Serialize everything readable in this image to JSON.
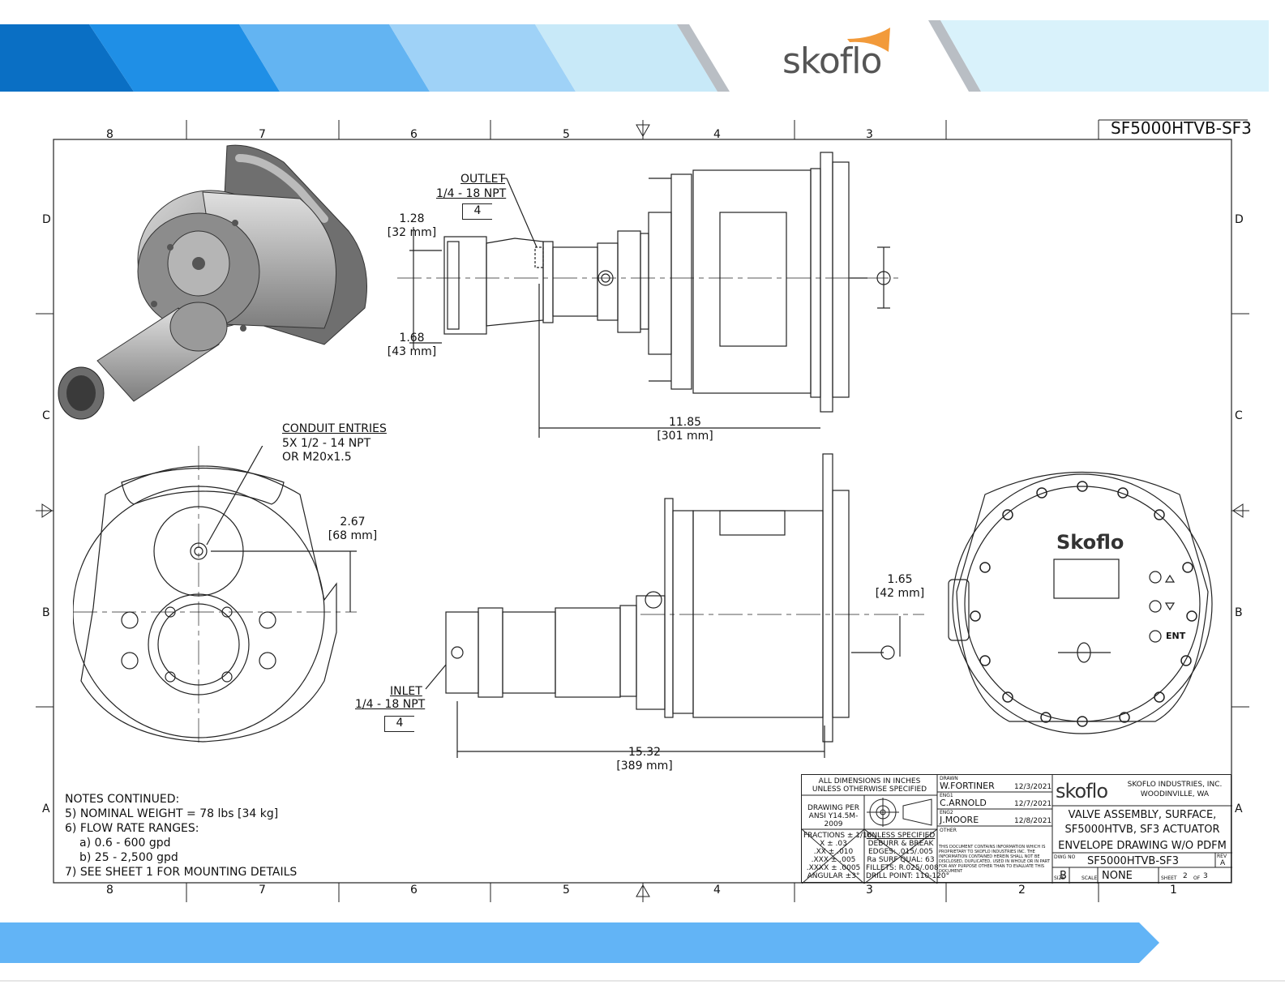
{
  "brand": {
    "logo_text": "skoflo",
    "logo_accent_color": "#f29a3a",
    "header_blues": [
      "#0a6fc4",
      "#1f8fe6",
      "#63b4f2",
      "#9fd2f7",
      "#c8e9f8",
      "#d9f2fb"
    ],
    "footer_color": "#62b4f6"
  },
  "sheet": {
    "drawing_number_top": "SF5000HTVB-SF3",
    "zones_top": [
      "8",
      "7",
      "6",
      "5",
      "4",
      "3",
      "2",
      "1"
    ],
    "zones_side": [
      "D",
      "C",
      "B",
      "A"
    ]
  },
  "callouts": {
    "outlet": {
      "name": "OUTLET",
      "thread": "1/4 - 18 NPT",
      "flag": "4"
    },
    "inlet": {
      "name": "INLET",
      "thread": "1/4 - 18 NPT",
      "flag": "4"
    },
    "conduit": {
      "name": "CONDUIT ENTRIES",
      "line1": "5X 1/2 - 14 NPT",
      "line2": "OR M20x1.5"
    }
  },
  "dimensions": {
    "d1": {
      "inch": "1.28",
      "mm": "[32 mm]"
    },
    "d2": {
      "inch": "1.68",
      "mm": "[43 mm]"
    },
    "d3": {
      "inch": "11.85",
      "mm": "[301 mm]"
    },
    "d4": {
      "inch": "2.67",
      "mm": "[68 mm]"
    },
    "d5": {
      "inch": "1.65",
      "mm": "[42 mm]"
    },
    "d6": {
      "inch": "15.32",
      "mm": "[389 mm]"
    }
  },
  "face_labels": {
    "brand": "Skoflo",
    "ent": "ENT"
  },
  "notes": [
    "NOTES CONTINUED:",
    "5) NOMINAL WEIGHT = 78 lbs [34 kg]",
    "6) FLOW RATE RANGES:",
    "a) 0.6 - 600 gpd",
    "b) 25 - 2,500 gpd",
    "7) SEE SHEET 1 FOR MOUNTING DETAILS"
  ],
  "title_block": {
    "dims_note": "ALL DIMENSIONS IN INCHES UNLESS OTHERWISE SPECIFIED",
    "drawing_per": "DRAWING PER ANSI Y14.5M-2009",
    "tolerances": [
      "FRACTIONS ± 1/16",
      "X ± .03",
      ".XX ± .010",
      ".XXX ± .005",
      ".XXXX ± .0005",
      "ANGULAR ±3°"
    ],
    "unless": "UNLESS SPECIFIED",
    "finish": [
      "DEBURR & BREAK",
      "EDGES: .015/.005",
      "Ra SURF QUAL: 63",
      "FILLETS: R.025/.008",
      "DRILL POINT: 110-120°"
    ],
    "drawn_label": "DRAWN",
    "drawn_name": "W.FORTINER",
    "drawn_date": "12/3/2021",
    "eng1_label": "ENG1",
    "eng1_name": "C.ARNOLD",
    "eng1_date": "12/7/2021",
    "eng2_label": "ENG2",
    "eng2_name": "J.MOORE",
    "eng2_date": "12/8/2021",
    "other_label": "OTHER",
    "proprietary": "THIS DOCUMENT CONTAINS INFORMATION WHICH IS PROPRIETARY TO SKOFLO INDUSTRIES INC. THE INFORMATION CONTAINED HEREIN SHALL NOT BE DISCLOSED, DUPLICATED, USED IN WHOLE OR IN PART FOR ANY PURPOSE OTHER THAN TO EVALUATE THIS DOCUMENT",
    "company": "SKOFLO INDUSTRIES, INC.",
    "city": "WOODINVILLE, WA",
    "logo": "skoflo",
    "title1": "VALVE ASSEMBLY, SURFACE,",
    "title2": "SF5000HTVB, SF3 ACTUATOR",
    "title3": "ENVELOPE DRAWING W/O PDFM",
    "dwg_no_label": "DWG NO",
    "dwg_no": "SF5000HTVB-SF3",
    "rev_label": "REV",
    "rev": "A",
    "size_label": "SIZE",
    "size": "B",
    "scale_label": "SCALE",
    "scale": "NONE",
    "sheet_label": "SHEET",
    "sheet": "2",
    "of_label": "OF",
    "of": "3"
  }
}
